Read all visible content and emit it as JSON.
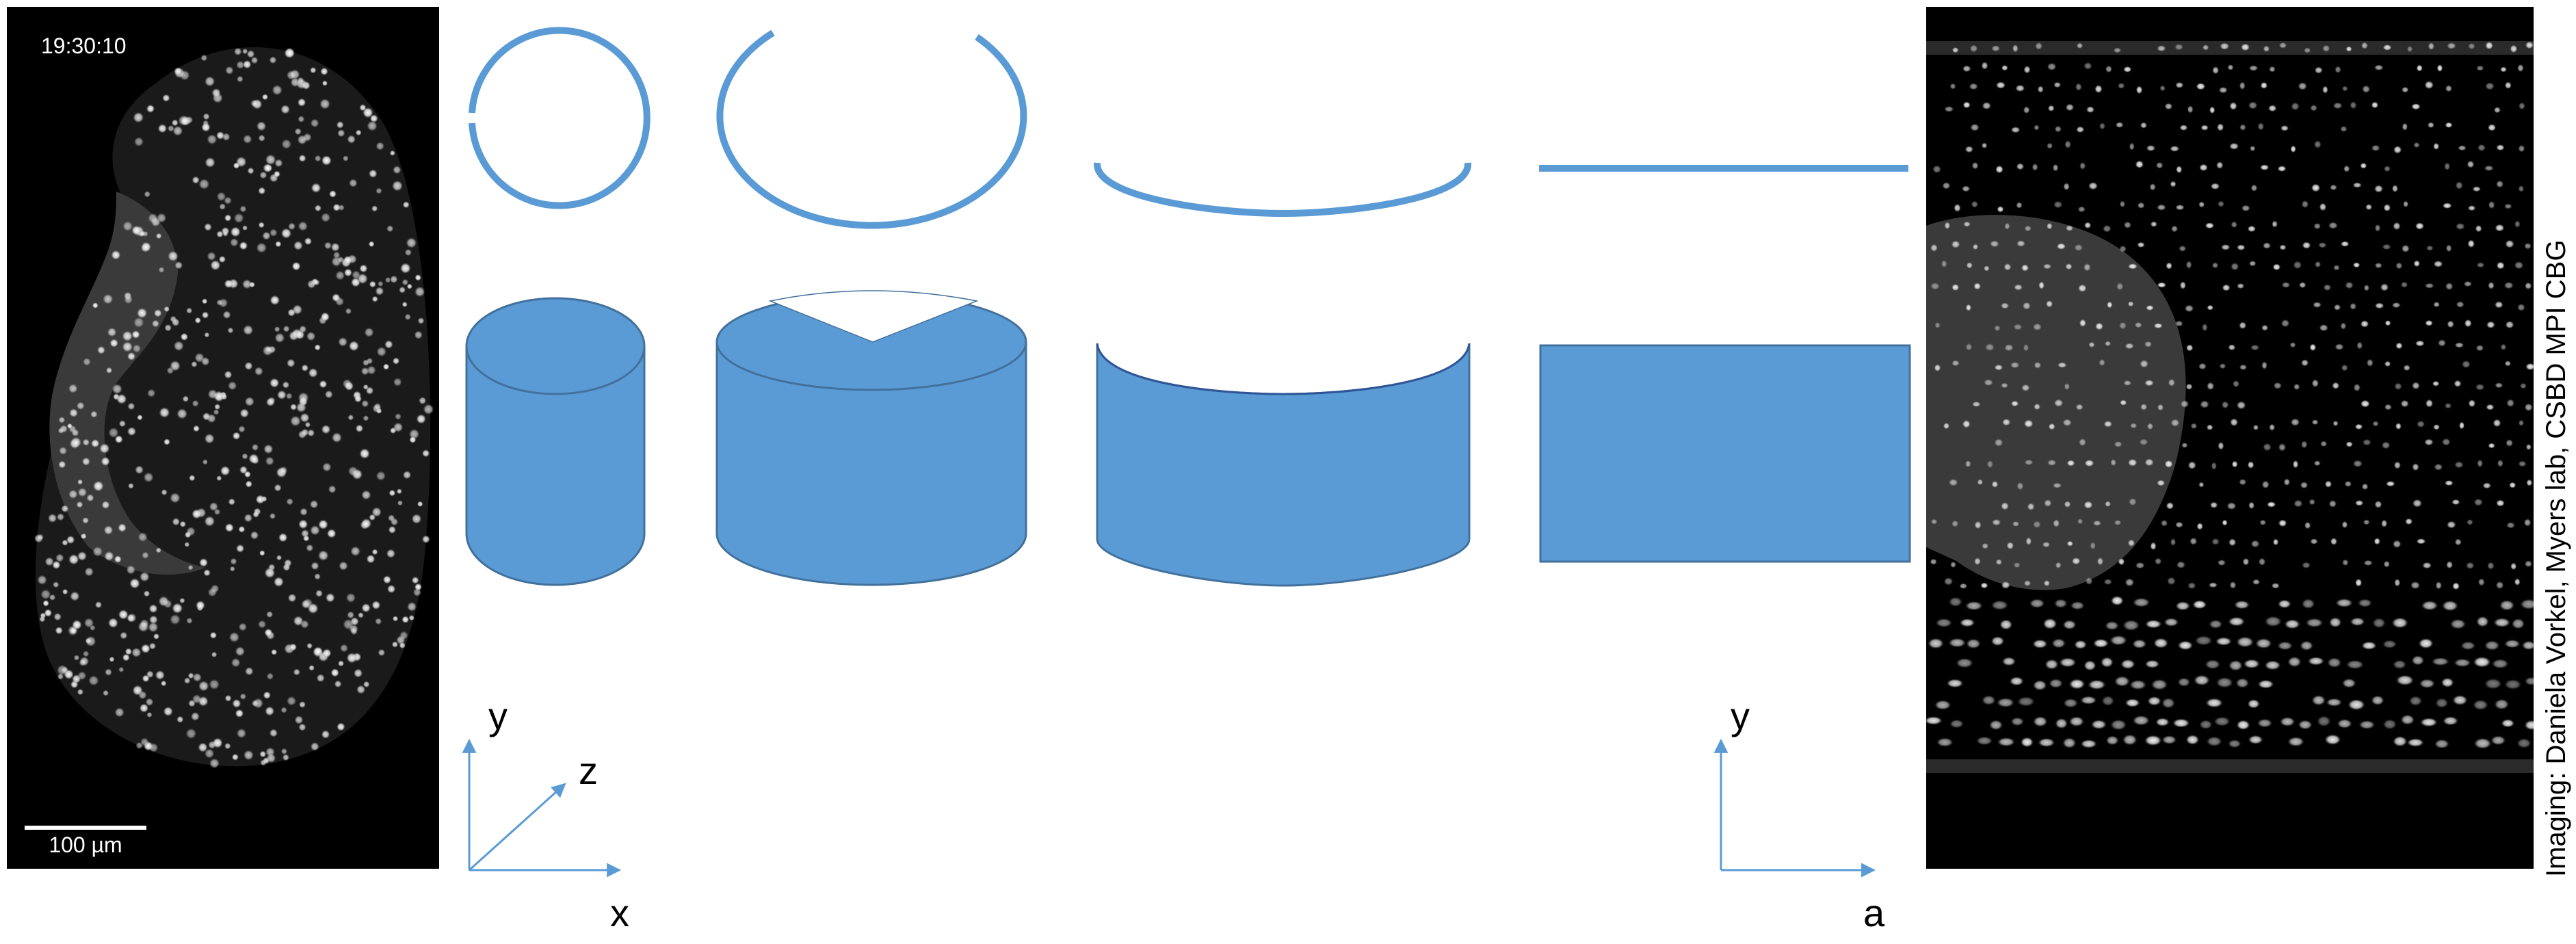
{
  "left_panel": {
    "timestamp": "19:30:10",
    "scale_bar_label": "100 µm"
  },
  "axes_3d": {
    "y_label": "y",
    "z_label": "z",
    "x_label": "x"
  },
  "axes_2d": {
    "y_label": "y",
    "a_label": "a"
  },
  "credit": "Imaging: Daniela Vorkel, Myers lab, CSBD MPI CBG",
  "colors": {
    "shape_fill": "#5b9bd5",
    "shape_stroke": "#41719c",
    "arc_stroke": "#5b9bd5",
    "axis_stroke": "#5b9bd5",
    "panel_background": "#000000",
    "nuclei": "#ffffff"
  },
  "diagram_stages": [
    {
      "name": "closed-circle-cylinder"
    },
    {
      "name": "opened-circle-cylinder"
    },
    {
      "name": "flattening-arc-cylinder"
    },
    {
      "name": "flat-line-rectangle"
    }
  ]
}
